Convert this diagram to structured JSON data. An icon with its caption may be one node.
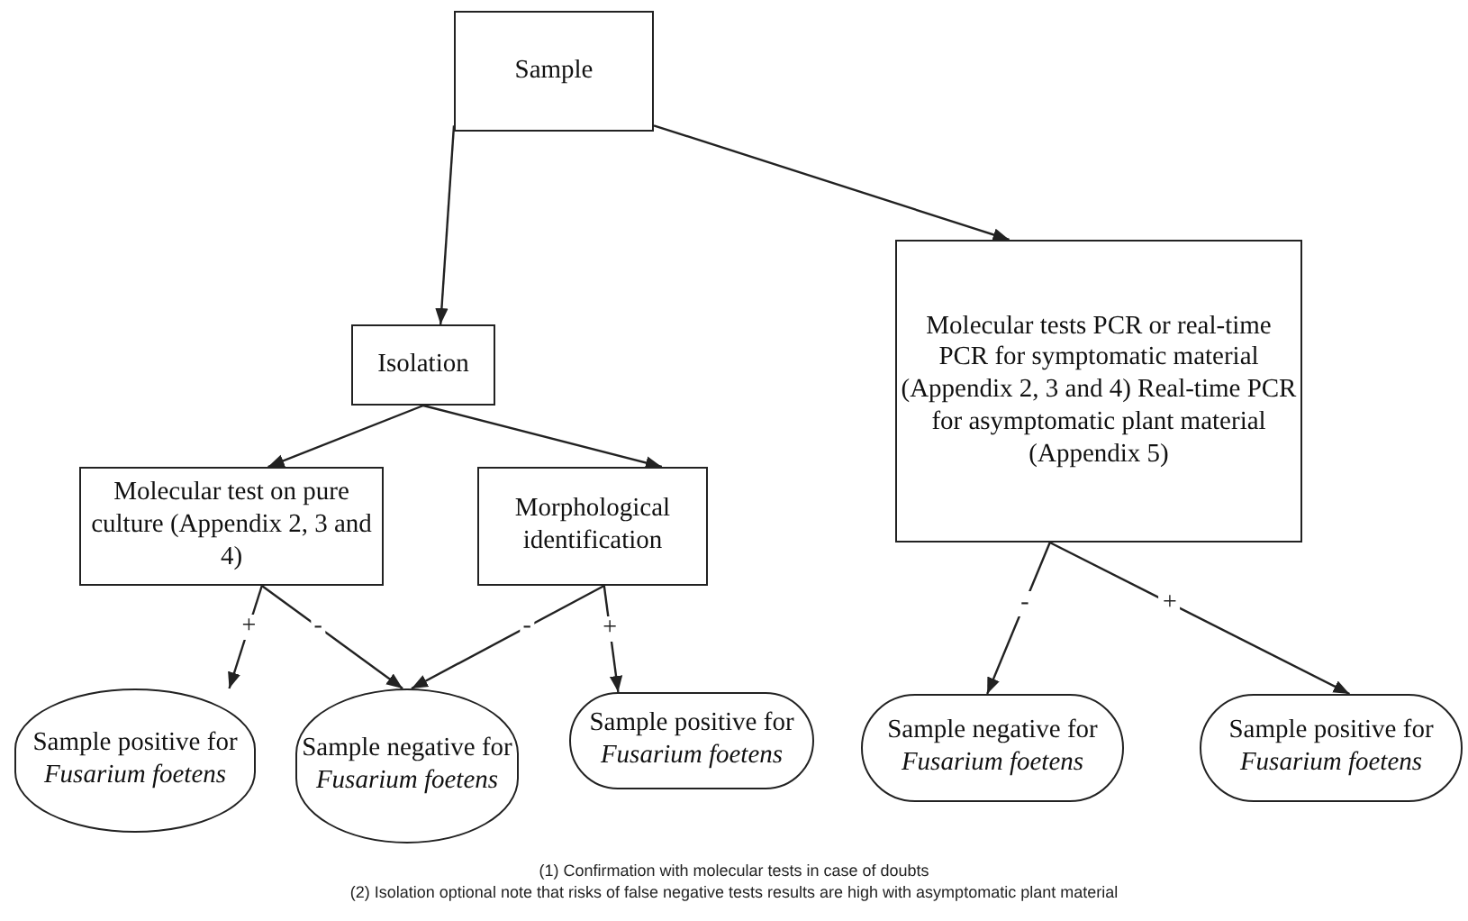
{
  "diagram": {
    "nodes": [
      {
        "text": [
          "Sample"
        ]
      },
      {
        "text": [
          "Isolation"
        ]
      },
      {
        "text": [
          "Molecular test on pure culture (Appendix 2, 3 and 4)"
        ]
      },
      {
        "text": [
          "Morphological identification"
        ]
      },
      {
        "text": [
          "Molecular tests PCR or real-time PCR for symptomatic material (Appendix 2, 3 and 4) Real-time PCR for asymptomatic plant material (Appendix 5)"
        ]
      },
      {
        "text": [
          "Sample positive for *Fusarium foetens*"
        ]
      },
      {
        "text": [
          "Sample negative for *Fusarium foetens*"
        ]
      },
      {
        "text": [
          "Sample positive for *Fusarium foetens*"
        ]
      },
      {
        "text": [
          "Sample negative for *Fusarium foetens*"
        ]
      },
      {
        "text": [
          "Sample positive for *Fusarium foetens*"
        ]
      }
    ],
    "edges": [
      {
        "from": 0,
        "to": 1,
        "arrow": "to"
      },
      {
        "from": 0,
        "to": 4,
        "arrow": "to"
      },
      {
        "from": 1,
        "to": 2,
        "arrow": "to"
      },
      {
        "from": 1,
        "to": 3,
        "arrow": "to"
      },
      {
        "from": 2,
        "to": 5,
        "arrow": "to",
        "label": "+"
      },
      {
        "from": 2,
        "to": 6,
        "arrow": "to",
        "label": "-"
      },
      {
        "from": 3,
        "to": 6,
        "arrow": "to",
        "label": "-"
      },
      {
        "from": 3,
        "to": 7,
        "arrow": "to",
        "label": "+"
      },
      {
        "from": 4,
        "to": 8,
        "arrow": "to",
        "label": "-"
      },
      {
        "from": 4,
        "to": 9,
        "arrow": "to",
        "label": "+"
      }
    ],
    "labels": [
      "(1) Confirmation with molecular tests in case of doubts",
      "(2) Isolation optional note that risks of false negative tests results are high with asymptomatic plant material"
    ]
  }
}
